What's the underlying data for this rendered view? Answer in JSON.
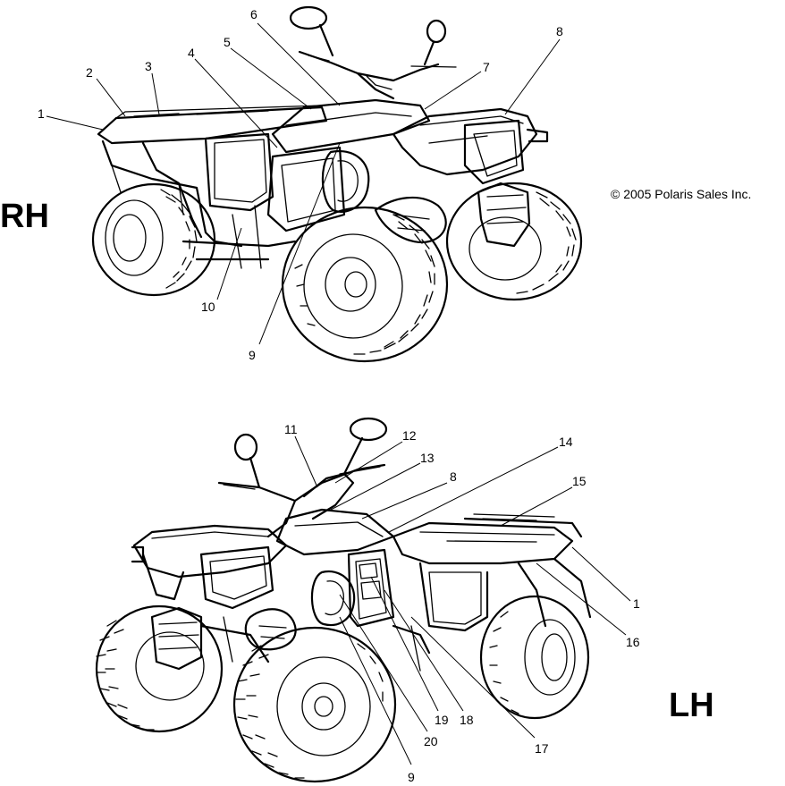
{
  "views": {
    "rh": {
      "label": "RH",
      "callouts": [
        {
          "n": "1"
        },
        {
          "n": "2"
        },
        {
          "n": "3"
        },
        {
          "n": "4"
        },
        {
          "n": "5"
        },
        {
          "n": "6"
        },
        {
          "n": "7"
        },
        {
          "n": "8"
        },
        {
          "n": "9"
        },
        {
          "n": "10"
        }
      ]
    },
    "lh": {
      "label": "LH",
      "callouts": [
        {
          "n": "11"
        },
        {
          "n": "12"
        },
        {
          "n": "13"
        },
        {
          "n": "8"
        },
        {
          "n": "14"
        },
        {
          "n": "15"
        },
        {
          "n": "1"
        },
        {
          "n": "16"
        },
        {
          "n": "17"
        },
        {
          "n": "18"
        },
        {
          "n": "19"
        },
        {
          "n": "20"
        },
        {
          "n": "9"
        }
      ]
    }
  },
  "copyright": "© 2005 Polaris Sales Inc."
}
